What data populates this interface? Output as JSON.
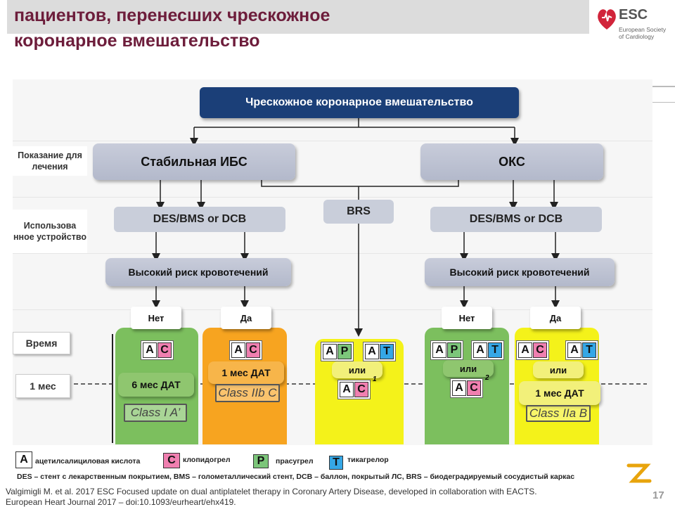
{
  "header": {
    "title_line1": "пациентов, перенесших чрескожное",
    "title_line2": "коронарное вмешательство"
  },
  "logo": {
    "name": "ESC",
    "sub1": "European Society",
    "sub2": "of Cardiology"
  },
  "diagram": {
    "root": "Чрескожное коронарное вмешательство",
    "row_labels": {
      "indication": "Показание для лечения",
      "device": "Использова нное устройство",
      "time": "Время",
      "one_month": "1 мес"
    },
    "branches": {
      "stable": "Стабильная ИБС",
      "acs": "ОКС"
    },
    "devices": {
      "left": "DES/BMS or DCB",
      "brs": "BRS",
      "right": "DES/BMS or DCB"
    },
    "bleeding_risk": "Высокий риск кровотечений",
    "answers": {
      "no": "Нет",
      "yes": "Да"
    },
    "or_text": "или",
    "dat_6": "6 мес ДАТ",
    "dat_1": "1 мес ДАТ",
    "classes": {
      "c1": "Class I A’",
      "c2": "Class IIb C",
      "c3": "Class IIa B"
    },
    "drugs": {
      "A": "A",
      "C": "C",
      "P": "P",
      "T": "T"
    },
    "superscripts": {
      "s1": "1",
      "s2": "2"
    },
    "colors": {
      "green": "#7cbf5e",
      "orange": "#f7a420",
      "yellow": "#f4f21a",
      "navy": "#1b3f78"
    }
  },
  "legend": {
    "a": "ацетилсалициловая кислота",
    "c": "клопидогрел",
    "p": "прасугрел",
    "t": "тикагрелор"
  },
  "footer": {
    "abbrev": "DES – стент с лекарственным покрытием, BMS – голометаллический стент, DCB – баллон, покрытый ЛС, BRS – биодеградируемый сосудистый каркас",
    "citation1": "Valgimigli M. et al. 2017 ESC Focused update on dual antiplatelet therapy in Coronary Artery Disease, developed in collaboration with EACTS.",
    "citation2": "European Heart Journal 2017 – doi:10.1093/eurheart/ehx419.",
    "page_number": "17"
  }
}
